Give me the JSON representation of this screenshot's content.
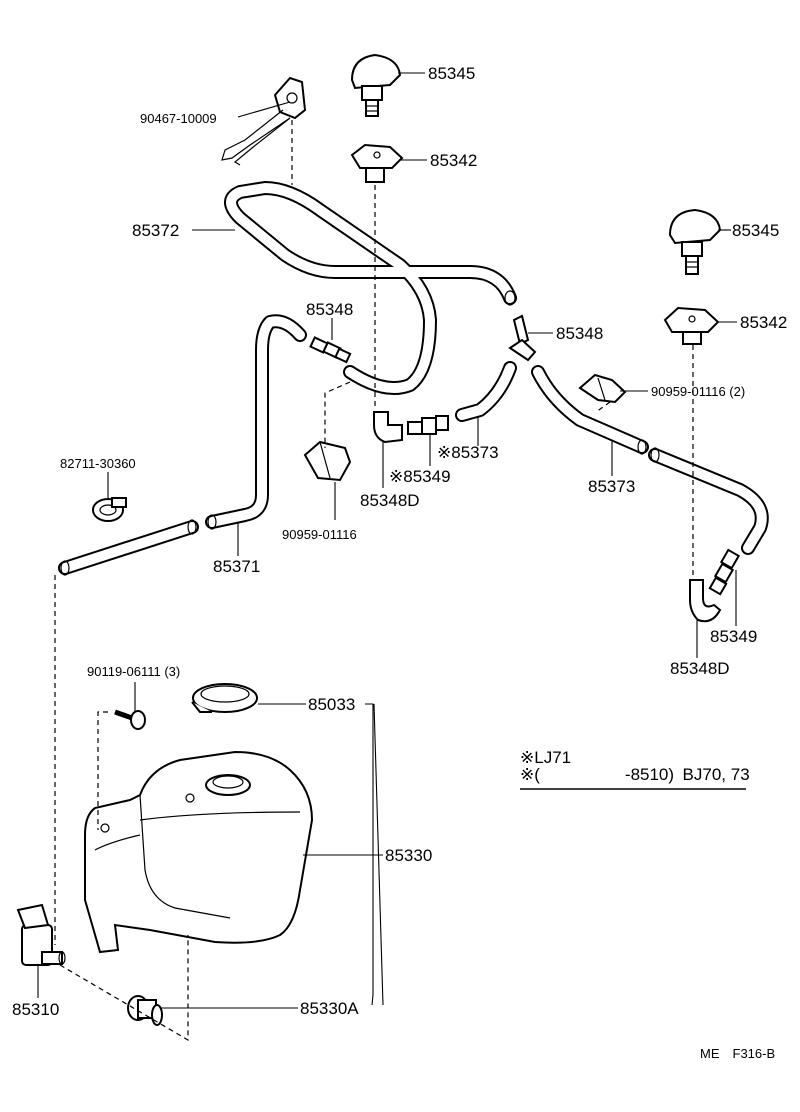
{
  "labels": {
    "bracket_bolt": "90467-10009",
    "nozzle_top_left": "85345",
    "nozzle_base_left": "85342",
    "hose_long_top": "85372",
    "nozzle_top_right": "85345",
    "nozzle_base_right": "85342",
    "joint_left": "85348",
    "joint_right": "85348",
    "clip_right": "90959-01116 (2)",
    "hose_mid": "※85373",
    "check_valve_mid": "※85349",
    "elbow_mid": "85348D",
    "clip_mid": "90959-01116",
    "hose_right": "85373",
    "clamp": "82711-30360",
    "hose_left": "85371",
    "check_valve_right": "85349",
    "elbow_right": "85348D",
    "tank_bolt": "90119-06111 (3)",
    "tank_cap": "85033",
    "tank": "85330",
    "pump": "85310",
    "grommet": "85330A"
  },
  "notes": {
    "line1": "※LJ71",
    "line2": "※(     -8510) BJ70, 73"
  },
  "footer": {
    "code": "ME F316-B"
  }
}
